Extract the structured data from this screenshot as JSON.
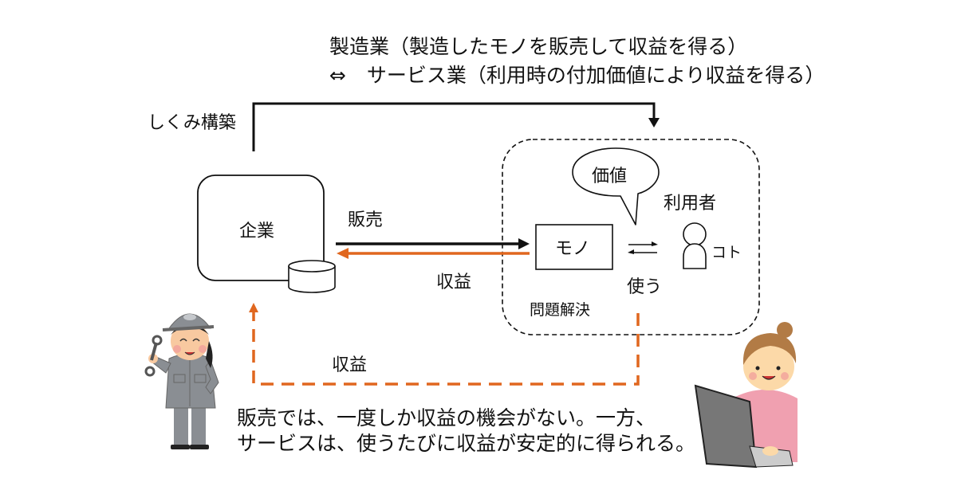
{
  "header": {
    "line1": "製造業（製造したモノを販売して収益を得る）",
    "line2_symbol": "⇔",
    "line2": "サービス業（利用時の付加価値により収益を得る）"
  },
  "labels": {
    "shikumi": "しくみ構築",
    "company": "企業",
    "sale": "販売",
    "revenue_top": "収益",
    "revenue_bottom": "収益",
    "value": "価値",
    "user": "利用者",
    "thing": "モノ",
    "koto": "コト",
    "use": "使う",
    "problem_solving": "問題解決"
  },
  "caption": {
    "line1": "販売では、一度しか収益の機会がない。一方、",
    "line2": "サービスは、使うたびに収益が安定的に得られる。"
  },
  "colors": {
    "black_arrow": "#111111",
    "revenue_arrow": "#e0671f",
    "worker_uniform": "#8a8e93",
    "user_shirt": "#f0a0b0"
  }
}
